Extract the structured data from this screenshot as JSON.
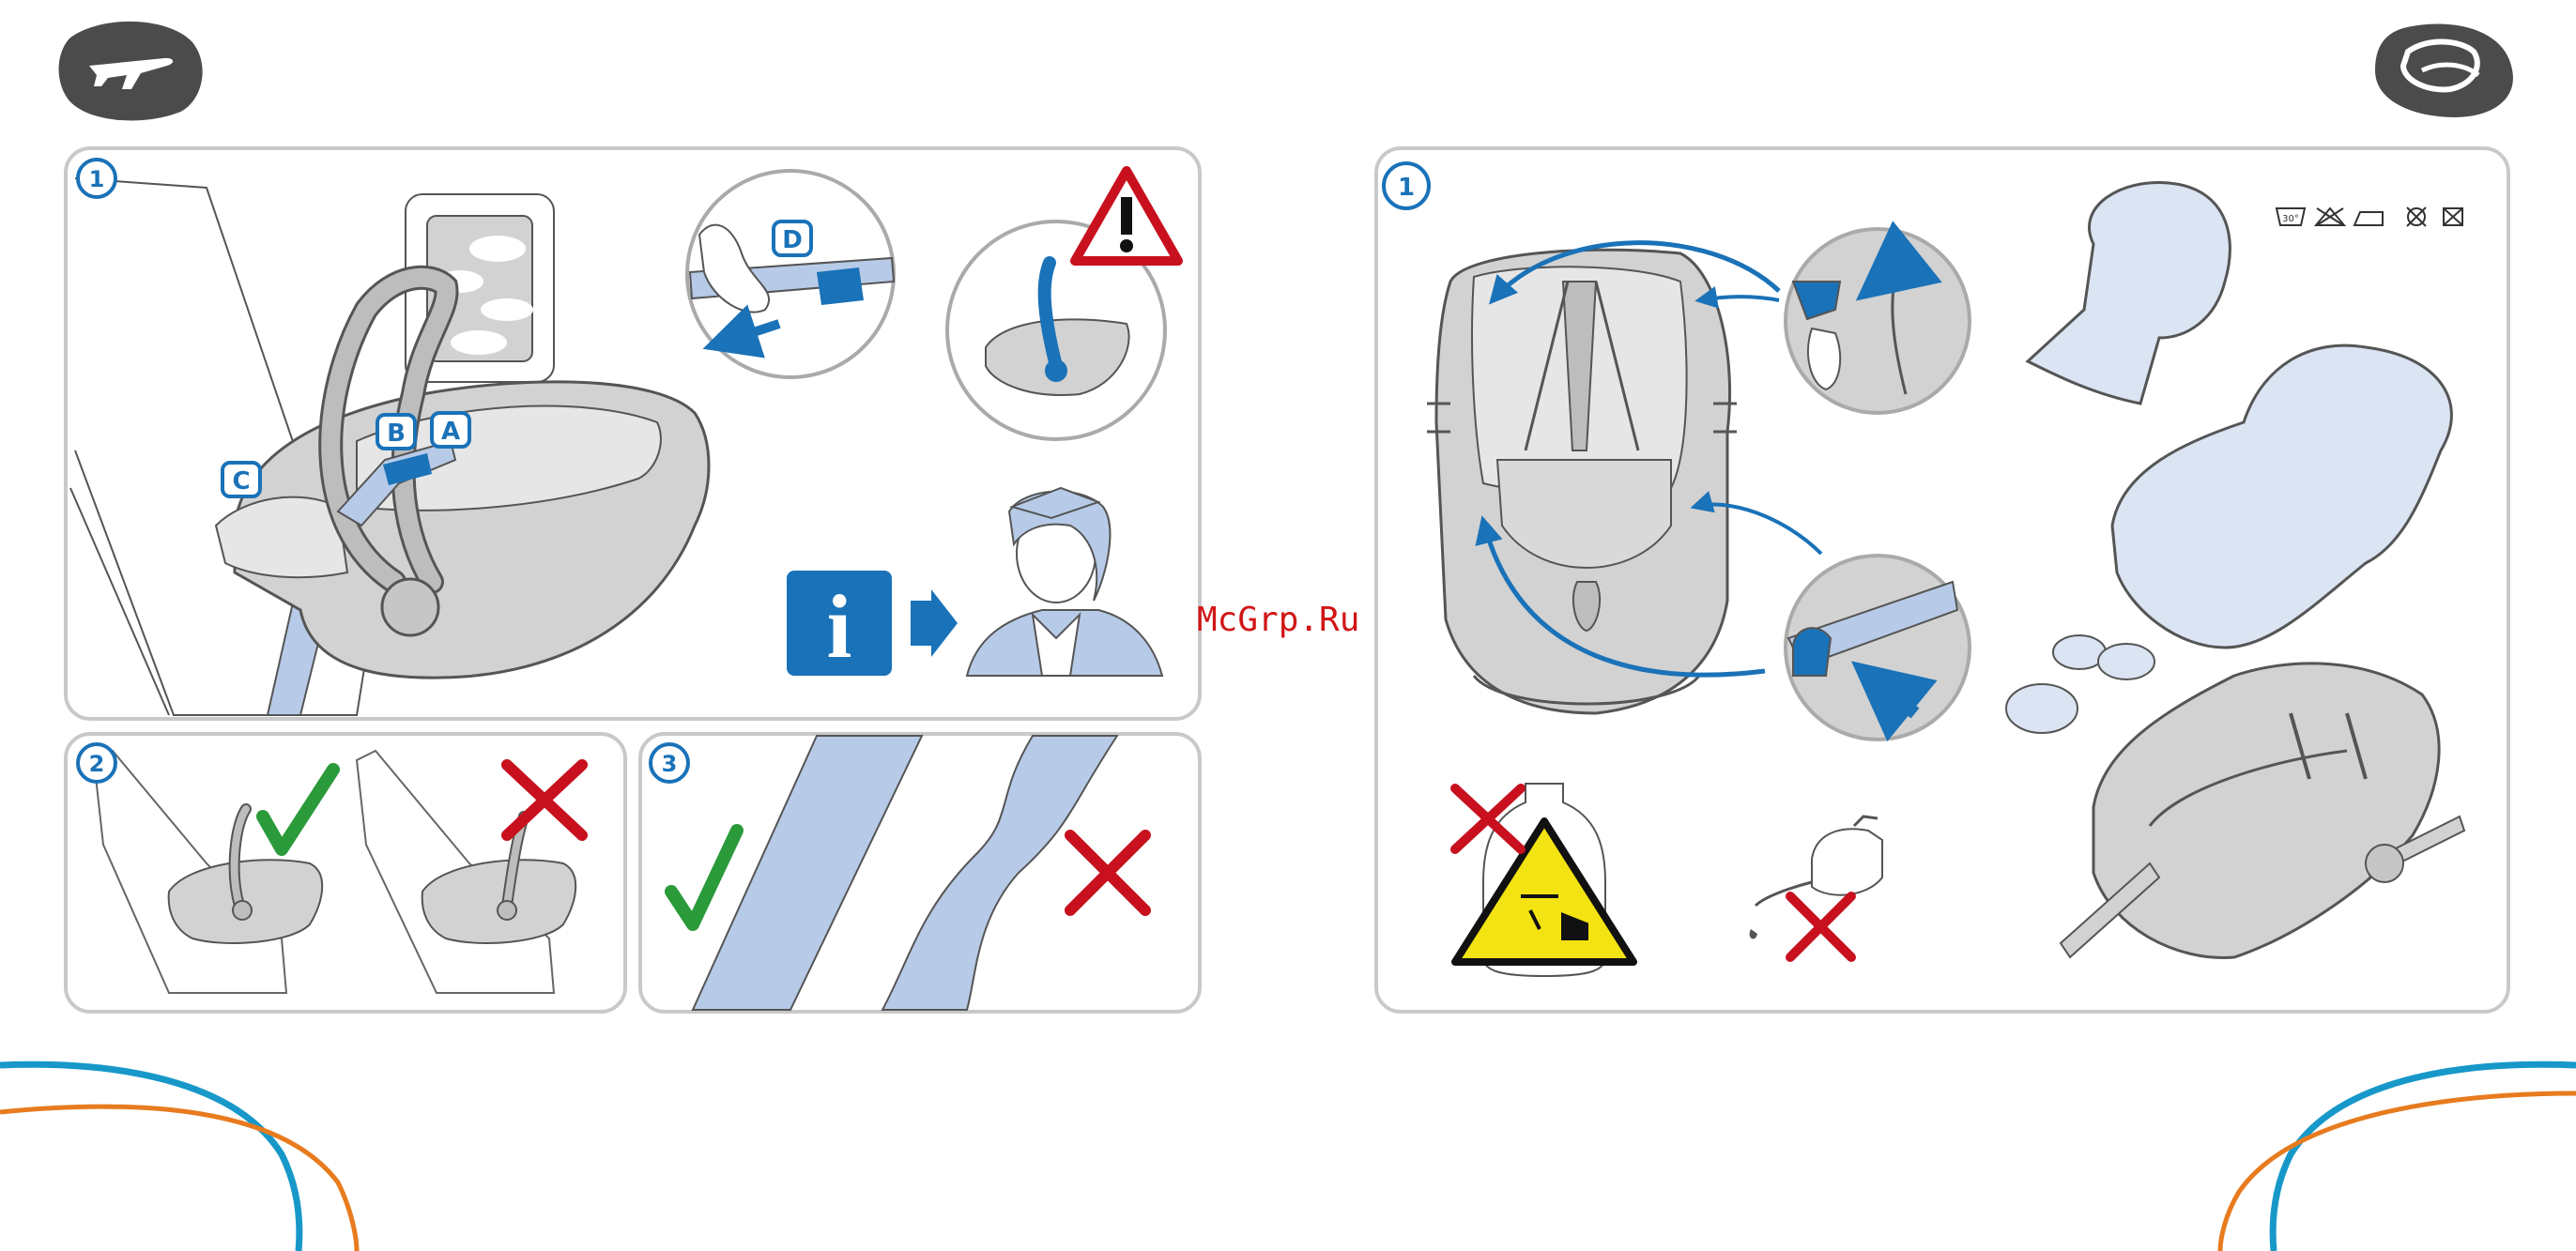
{
  "badges": {
    "left_panel_1": "1",
    "left_panel_2": "2",
    "left_panel_3": "3",
    "right_panel_1": "1"
  },
  "labels": {
    "a": "A",
    "b": "B",
    "c": "C",
    "d": "D"
  },
  "info_letter": "i",
  "watermark": "McGrp.Ru",
  "care_temp": "30°",
  "colors": {
    "accent_blue": "#1a72b8",
    "belt_blue": "#b7cbe8",
    "shell_gray": "#d2d2d2",
    "ok_green": "#2a9a3a",
    "no_red": "#c8101e",
    "warn_yellow": "#f4e312",
    "deco_orange": "#e77b1e",
    "deco_teal": "#1798c9",
    "frame_gray": "#c9c9c9",
    "icon_gray": "#4b4b4b"
  },
  "icons": [
    "airplane-icon",
    "hand-wash-icon",
    "warning-icon",
    "info-icon",
    "check-icon",
    "cross-icon",
    "chemical-hazard-icon",
    "care-symbols-icon"
  ]
}
